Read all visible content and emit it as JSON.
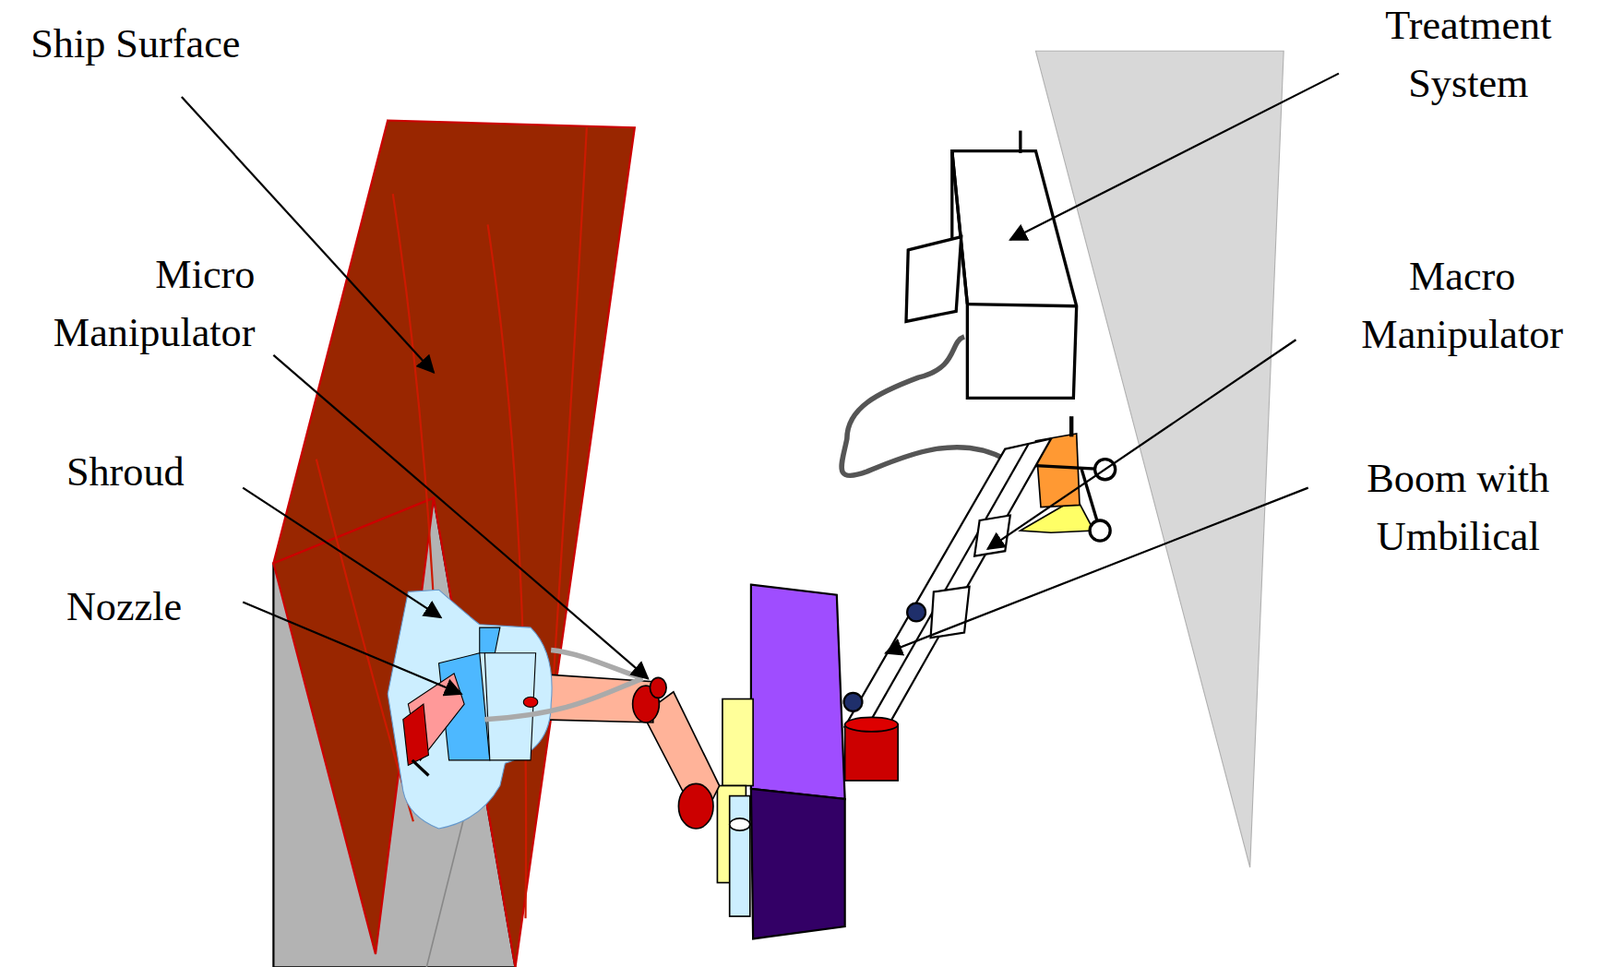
{
  "diagram": {
    "labels": [
      "Ship Surface",
      "Micro Manipulator",
      "Shroud",
      "Nozzle",
      "Treatment System",
      "Macro Manipulator",
      "Boom with Umbilical"
    ]
  }
}
